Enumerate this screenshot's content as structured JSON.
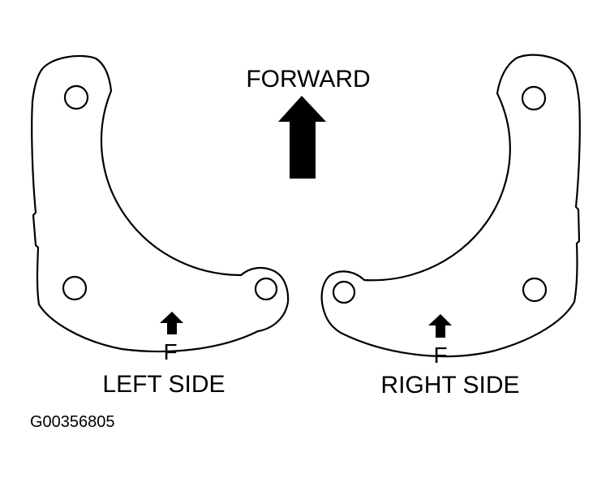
{
  "labels": {
    "forward": "FORWARD",
    "left_side": "LEFT SIDE",
    "right_side": "RIGHT SIDE",
    "part_mark": "F",
    "figure_id": "G00356805"
  },
  "colors": {
    "line": "#000000",
    "background": "#ffffff"
  },
  "icons": {
    "forward": "arrow-up-icon",
    "mark_left": "arrow-up-icon",
    "mark_right": "arrow-up-icon"
  }
}
